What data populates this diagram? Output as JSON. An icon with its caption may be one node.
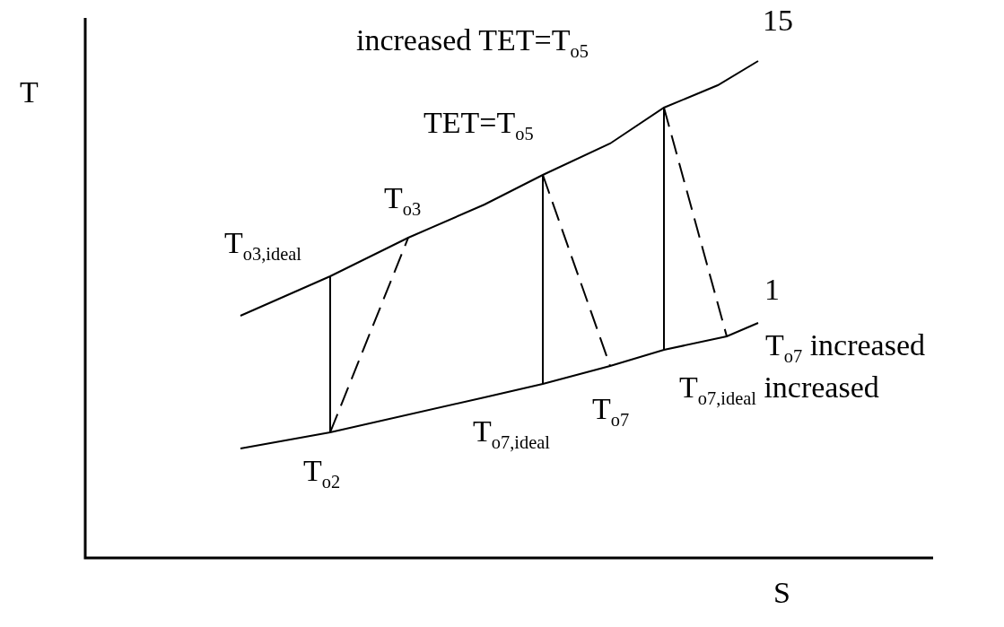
{
  "diagram": {
    "labels": [
      "T",
      "15",
      "increased TET=T$_{o5}$",
      "TET=T$_{o5}$",
      "T$_{o3}$",
      "T$_{o3,ideal}$",
      "1",
      "T$_{o7}$ increased",
      "T$_{o7,ideal}$ increased",
      "T$_{o7}$",
      "T$_{o7,ideal}$",
      "T$_{o2}$",
      "S"
    ]
  }
}
